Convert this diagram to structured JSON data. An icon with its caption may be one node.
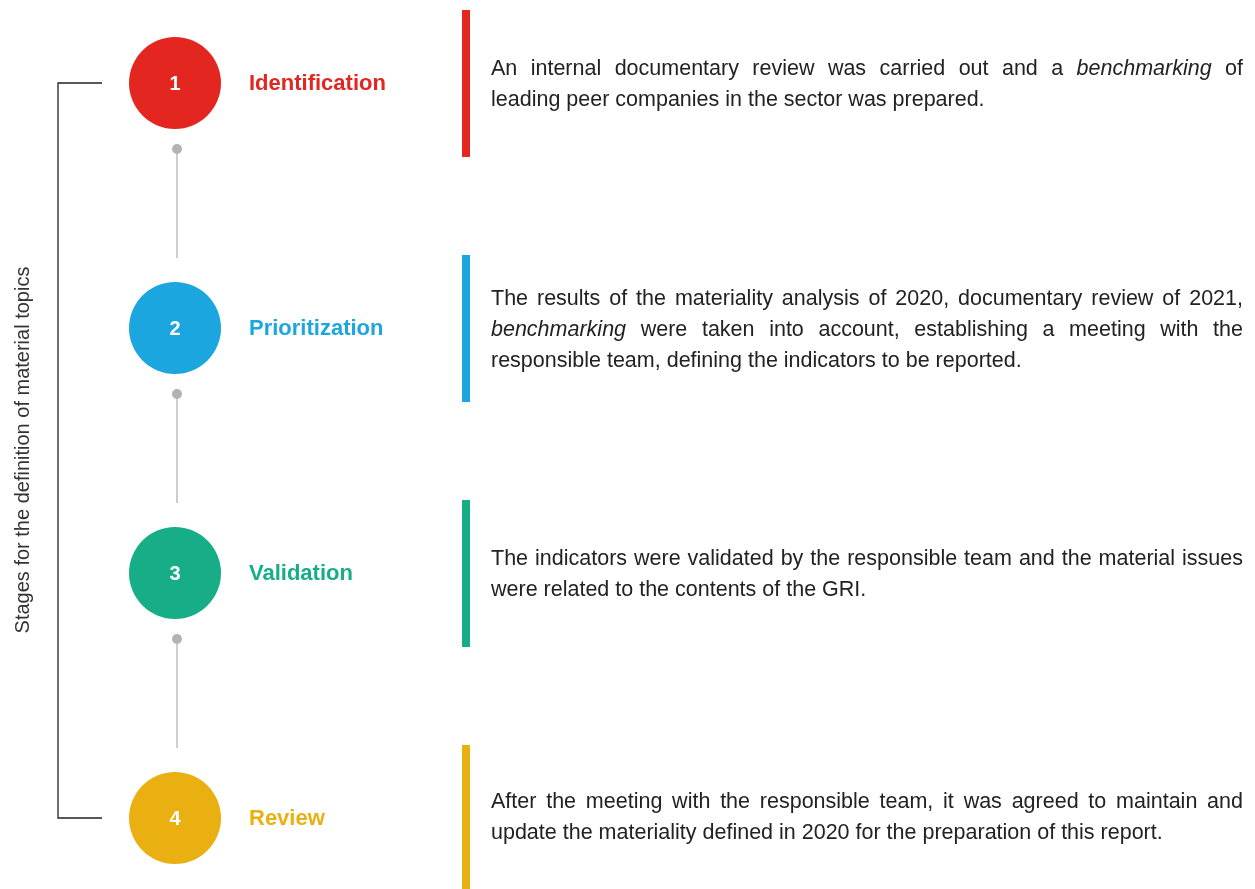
{
  "diagram": {
    "nodes": [
      {
        "text": [
          "1"
        ],
        "beside": [
          "Identification"
        ]
      },
      {
        "text": [
          "An internal documentary review was carried out and a *benchmarking* of leading peer companies in the sector was prepared."
        ]
      },
      {
        "text": [
          "2"
        ],
        "beside": [
          "Prioritization"
        ]
      },
      {
        "text": [
          "The results of the materiality analysis of 2020, documentary review of 2021, *benchmarking* were taken into account, establishing a meeting with the responsible team, defining the indicators to be reported."
        ]
      },
      {
        "text": [
          "3"
        ],
        "beside": [
          "Validation"
        ]
      },
      {
        "text": [
          "The indicators were validated by the responsible team and the material issues were related to the contents of the GRI."
        ]
      },
      {
        "text": [
          "4"
        ],
        "beside": [
          "Review"
        ]
      },
      {
        "text": [
          "After the meeting with the responsible team, it was agreed to maintain and update the materiality defined in 2020 for the preparation of this report."
        ]
      }
    ],
    "edges": [
      {
        "from": 0,
        "to": 2,
        "arrow": "other"
      },
      {
        "from": 2,
        "to": 4,
        "arrow": "other"
      },
      {
        "from": 4,
        "to": 6,
        "arrow": "other"
      }
    ],
    "labels": [
      "Stages for the definition of material topics"
    ]
  }
}
